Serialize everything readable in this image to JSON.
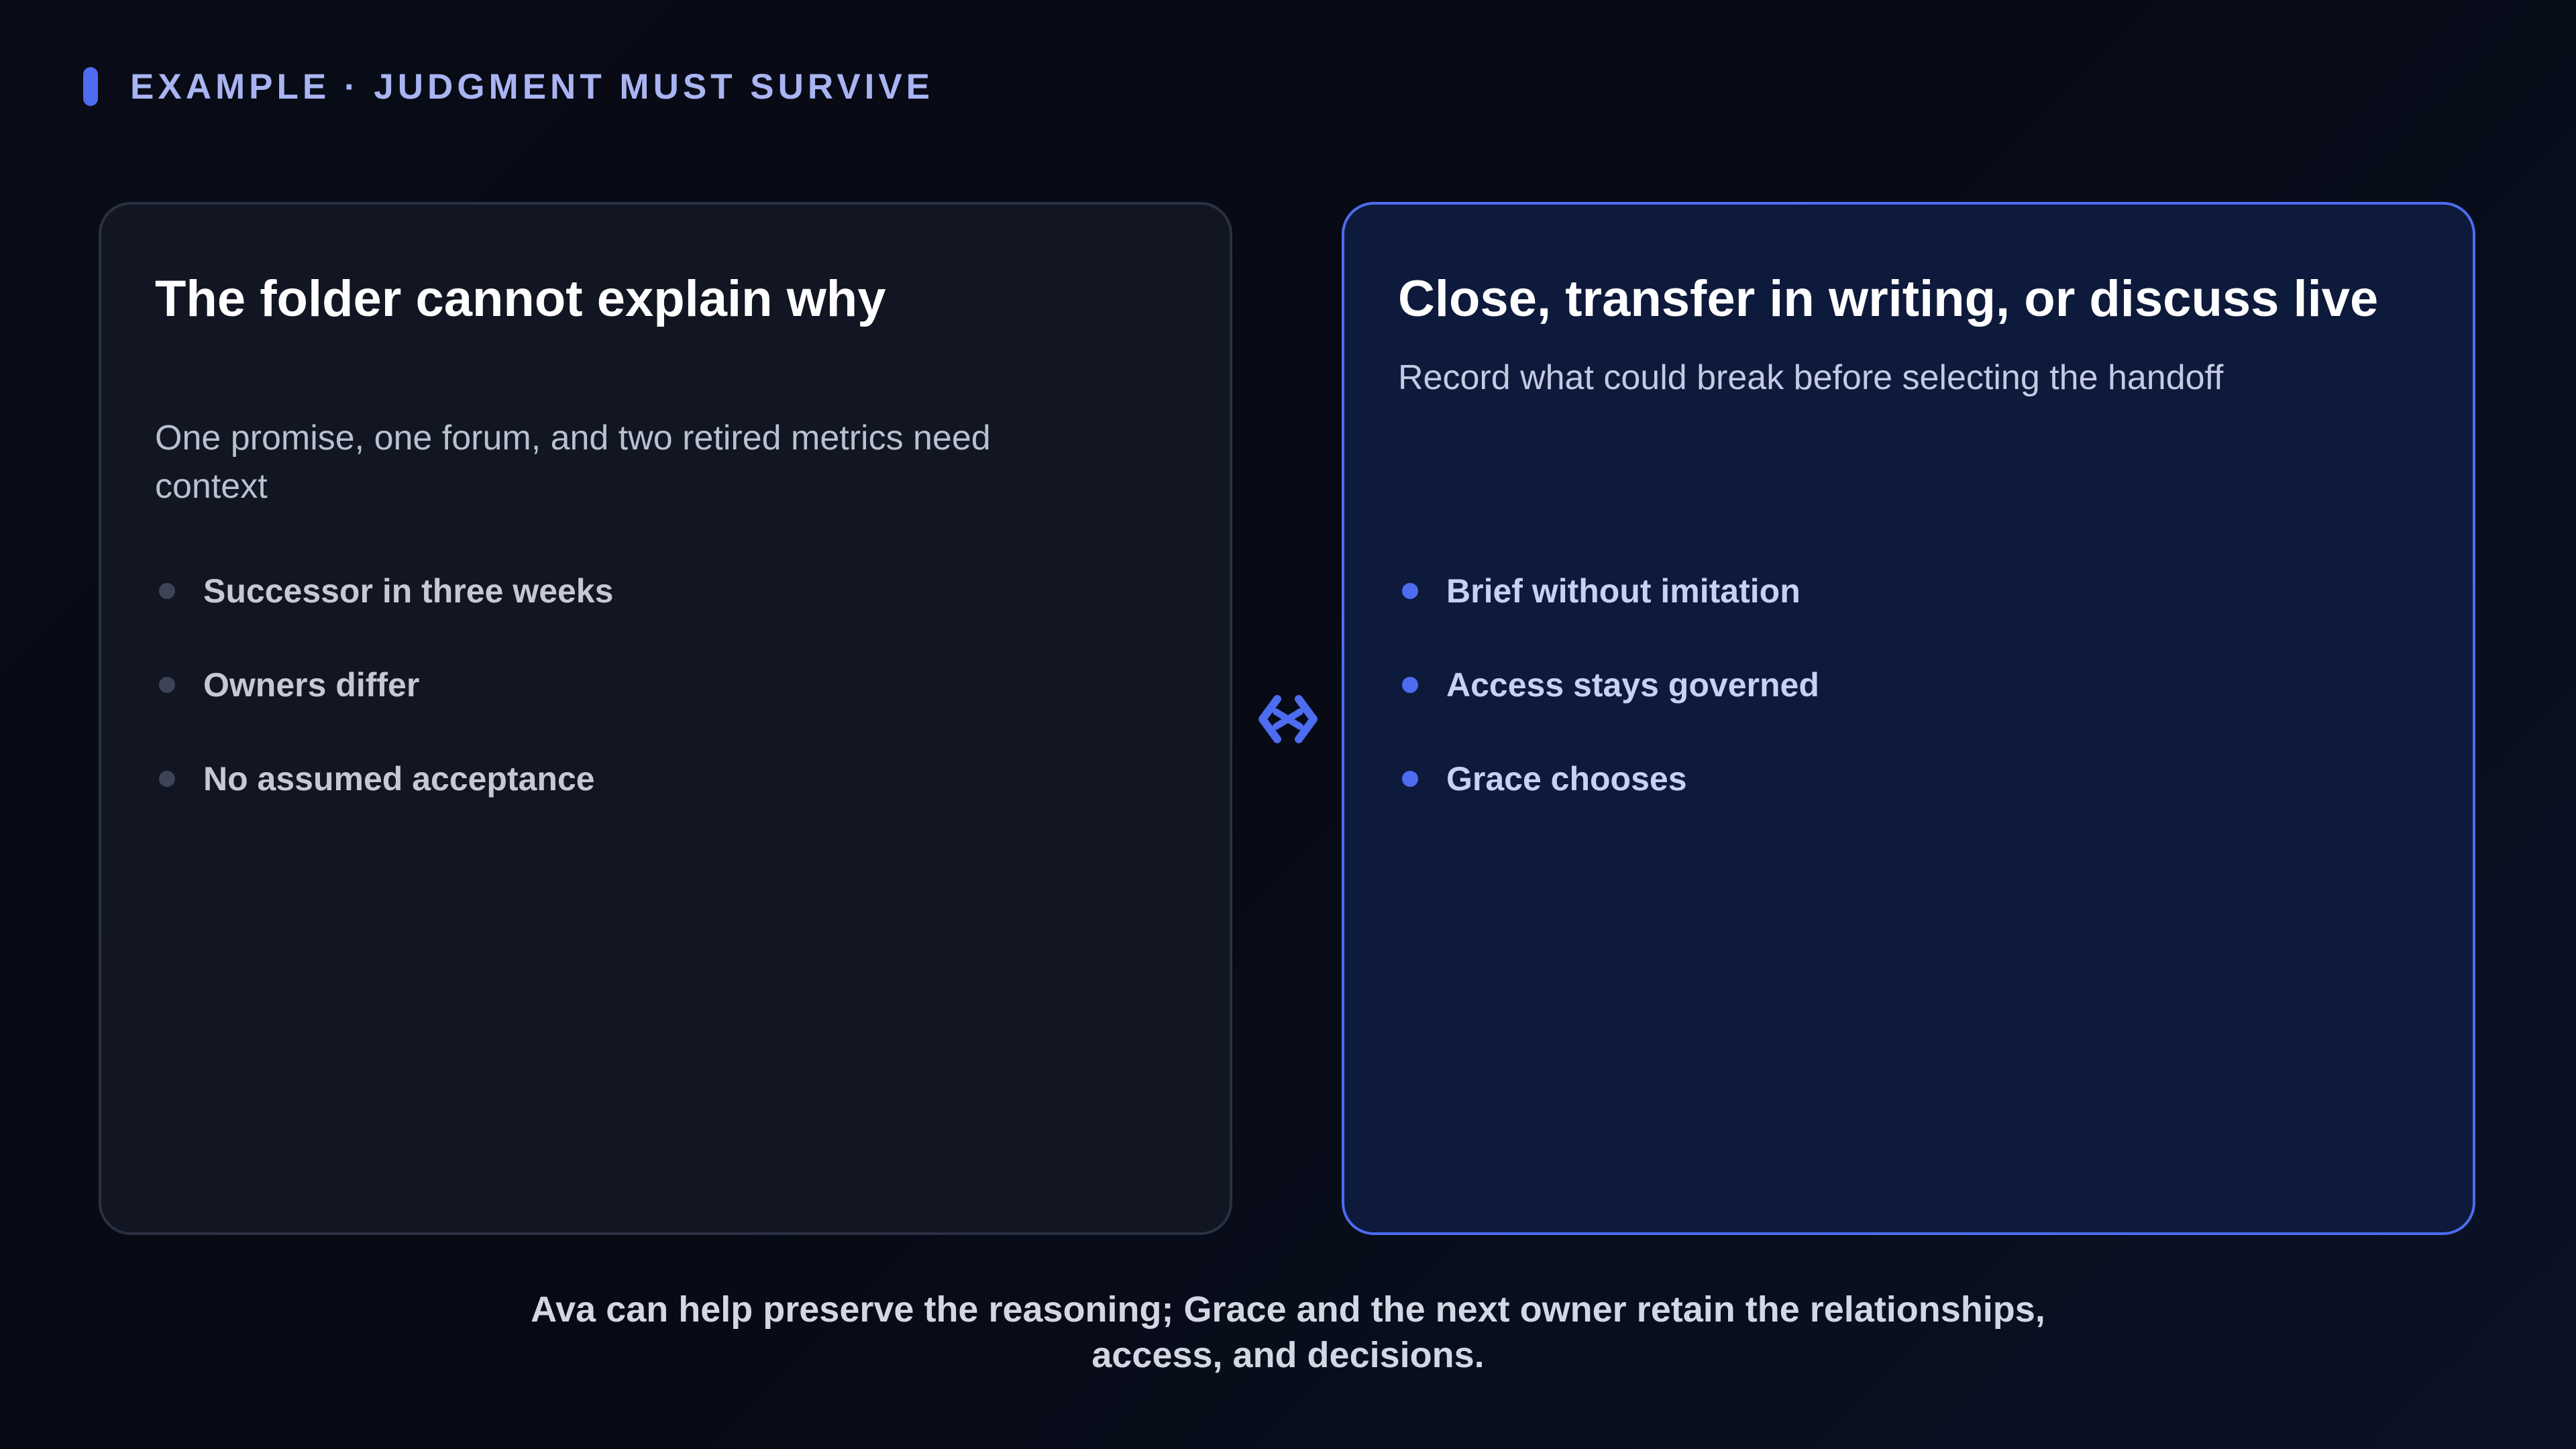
{
  "header": {
    "label": "EXAMPLE · JUDGMENT MUST SURVIVE"
  },
  "left_card": {
    "title": "The folder cannot explain why",
    "subtitle": "One promise, one forum, and two retired metrics need context",
    "items": [
      "Successor in three weeks",
      "Owners differ",
      "No assumed acceptance"
    ]
  },
  "right_card": {
    "title": "Close, transfer in writing, or discuss live",
    "subtitle": "Record what could break before selecting the handoff",
    "items": [
      "Brief without imitation",
      "Access stays governed",
      "Grace chooses"
    ]
  },
  "connector": {
    "icon": "double-chevron-swap-icon"
  },
  "footer": {
    "text": "Ava can help preserve the reasoning; Grace and the next owner retain the relationships, access, and decisions."
  },
  "colors": {
    "accent": "#4d6cf0",
    "header_text": "#a9b4f2",
    "left_card_bg": "#121622",
    "right_card_bg": "#0e1a3b",
    "background": "#080b16"
  }
}
